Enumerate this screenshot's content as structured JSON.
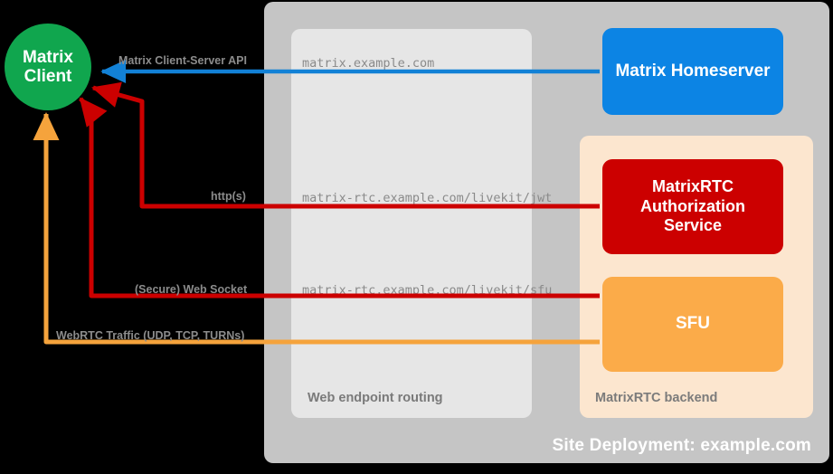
{
  "diagram": {
    "site": {
      "title": "Site Deployment: example.com",
      "color": "#c5c5c5"
    },
    "routing_panel": {
      "title": "Web endpoint routing",
      "color": "#e6e6e6",
      "endpoints": [
        {
          "name": "matrix-endpoint",
          "text": "matrix.example.com"
        },
        {
          "name": "jwt-endpoint",
          "text": "matrix-rtc.example.com/livekit/jwt"
        },
        {
          "name": "sfu-endpoint",
          "text": "matrix-rtc.example.com/livekit/sfu"
        }
      ]
    },
    "backend_panel": {
      "title": "MatrixRTC backend",
      "color": "#fce6cf"
    },
    "nodes": [
      {
        "name": "matrix-client",
        "label": "Matrix\nClient",
        "line1": "Matrix",
        "line2": "Client",
        "color": "#10a64e"
      },
      {
        "name": "matrix-homeserver",
        "label": "Matrix Homeserver",
        "color": "#0c84e4"
      },
      {
        "name": "matrixrtc-authorization-service",
        "label": "MatrixRTC Authorization Service",
        "line1": "MatrixRTC",
        "line2": "Authorization",
        "line3": "Service",
        "color": "#cc0000"
      },
      {
        "name": "sfu",
        "label": "SFU",
        "color": "#fbab49"
      }
    ],
    "connections": [
      {
        "name": "matrix-client-server-api",
        "label": "Matrix Client-Server API",
        "color": "#1281d6",
        "from": "matrix-homeserver",
        "to": "matrix-client"
      },
      {
        "name": "https-connection",
        "label": "http(s)",
        "color": "#cc0000",
        "from": "matrixrtc-authorization-service",
        "to": "matrix-client"
      },
      {
        "name": "websocket-connection",
        "label": "(Secure) Web Socket",
        "color": "#cc0000",
        "from": "sfu",
        "to": "matrix-client"
      },
      {
        "name": "webrtc-connection",
        "label": "WebRTC Traffic (UDP, TCP, TURNs)",
        "color": "#f5a33c",
        "from": "sfu",
        "to": "matrix-client"
      }
    ]
  }
}
